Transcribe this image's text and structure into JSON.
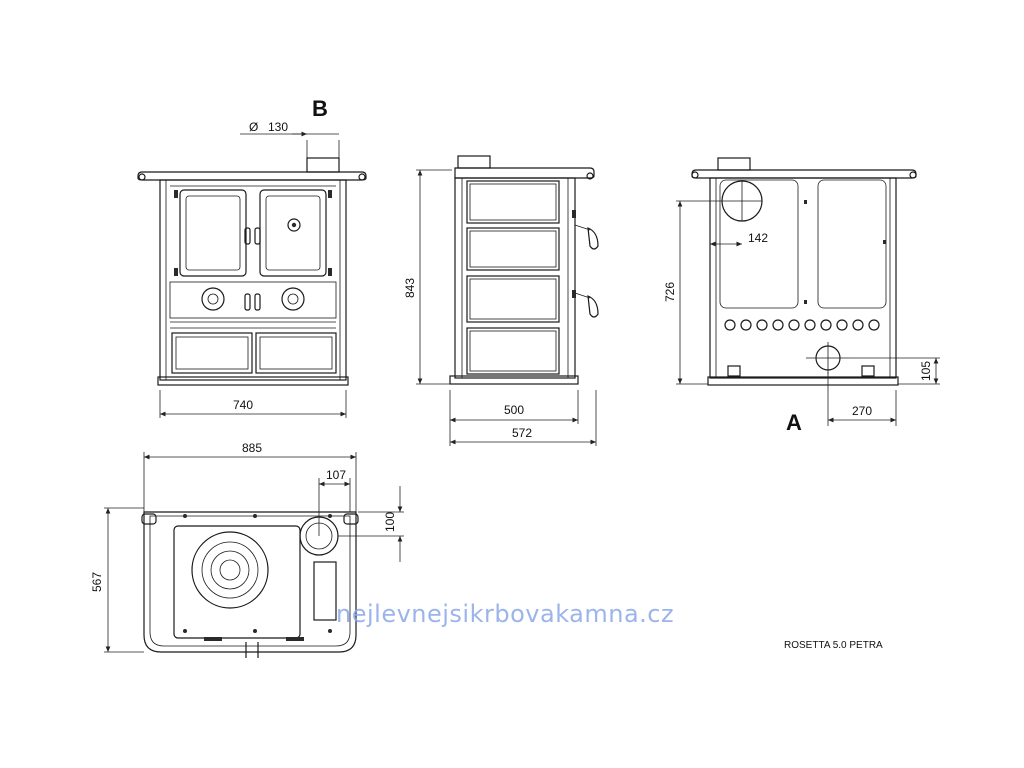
{
  "labels": {
    "view_b": "B",
    "view_a": "A",
    "model": "ROSETTA 5.0 PETRA",
    "watermark": "nejlevnejsikrbovakamna.cz"
  },
  "dimensions": {
    "front_width": "740",
    "top_width": "885",
    "side_width_inner": "500",
    "side_width_outer": "572",
    "side_height": "843",
    "back_height": "726",
    "top_depth": "567",
    "flue_diameter": "130",
    "flue_offset_back": "142",
    "air_inlet_offset": "270",
    "air_inlet_height": "105",
    "flue_offset_top_x": "107",
    "flue_offset_top_y": "100"
  },
  "symbols": {
    "diameter": "Ø"
  }
}
